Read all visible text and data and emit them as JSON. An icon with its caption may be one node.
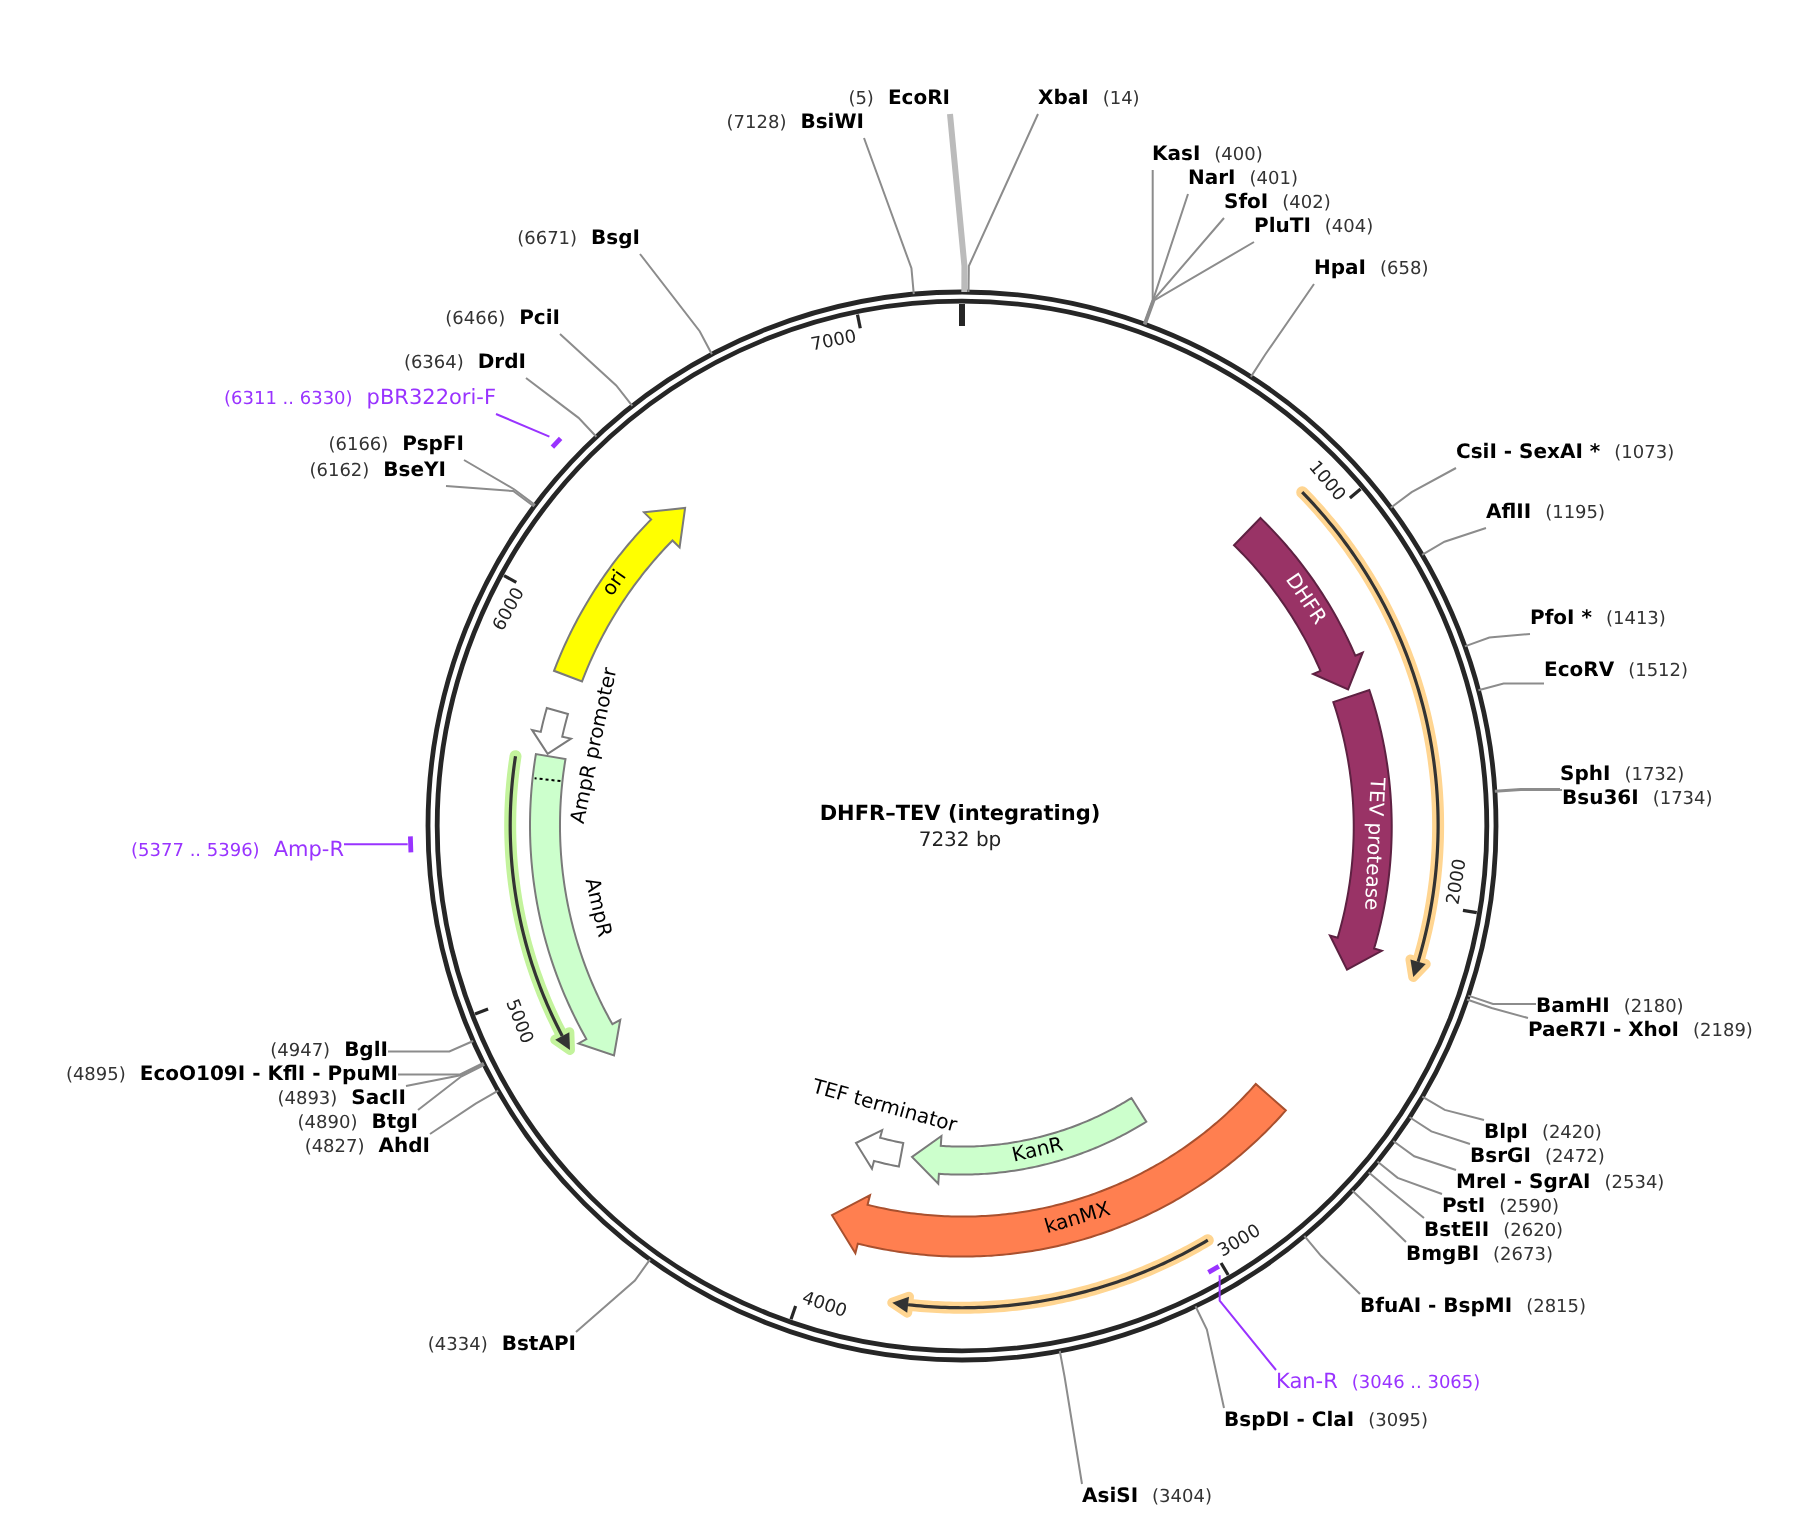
{
  "diagram": {
    "title": "DHFR–TEV (integrating)",
    "nodes": [
      {
        "text": [
          "(5)",
          "EcoRI"
        ]
      },
      {
        "text": [
          "XbaI",
          "(14)"
        ]
      },
      {
        "text": [
          "(7128)",
          "BsiWI"
        ]
      },
      {
        "text": [
          "KasI",
          "(400)"
        ]
      },
      {
        "text": [
          "NarI",
          "(401)"
        ]
      },
      {
        "text": [
          "SfoI",
          "(402)"
        ]
      },
      {
        "text": [
          "PluTI",
          "(404)"
        ]
      },
      {
        "text": [
          "(6671)",
          "BsgI"
        ]
      },
      {
        "text": [
          "HpaI",
          "(658)"
        ]
      },
      {
        "text": [
          "(6466)",
          "PciI"
        ]
      },
      {
        "text": [
          "(6364)",
          "DrdI"
        ]
      },
      {
        "text": [
          "(6311 .. 6330)",
          "pBR322ori-F"
        ]
      },
      {
        "text": [
          "(6166)",
          "PspFI"
        ]
      },
      {
        "text": [
          "CsiI - SexAI *",
          "(1073)"
        ]
      },
      {
        "text": [
          "(6162)",
          "BseYI"
        ]
      },
      {
        "text": [
          "AflII",
          "(1195)"
        ]
      },
      {
        "text": [
          "PfoI *",
          "(1413)"
        ]
      },
      {
        "text": [
          "EcoRV",
          "(1512)"
        ]
      },
      {
        "text": [
          "SphI",
          "(1732)"
        ]
      },
      {
        "text": [
          "Bsu36I",
          "(1734)"
        ]
      },
      {
        "text": [
          "(5377 .. 5396)",
          "Amp-R"
        ]
      },
      {
        "text": [
          "BamHI",
          "(2180)"
        ]
      },
      {
        "text": [
          "PaeR7I - XhoI",
          "(2189)"
        ]
      },
      {
        "text": [
          "(4947)",
          "BglI"
        ]
      },
      {
        "text": [
          "(4895)",
          "EcoO109I - KflI - PpuMI"
        ]
      },
      {
        "text": [
          "(4893)",
          "SacII"
        ]
      },
      {
        "text": [
          "(4890)",
          "BtgI"
        ]
      },
      {
        "text": [
          "BlpI",
          "(2420)"
        ]
      },
      {
        "text": [
          "(4827)",
          "AhdI"
        ]
      },
      {
        "text": [
          "BsrGI",
          "(2472)"
        ]
      },
      {
        "text": [
          "MreI - SgrAI",
          "(2534)"
        ]
      },
      {
        "text": [
          "PstI",
          "(2590)"
        ]
      },
      {
        "text": [
          "BstEII",
          "(2620)"
        ]
      },
      {
        "text": [
          "BmgBI",
          "(2673)"
        ]
      },
      {
        "text": [
          "BfuAI - BspMI",
          "(2815)"
        ]
      },
      {
        "text": [
          "(4334)",
          "BstAPI"
        ]
      },
      {
        "text": [
          "Kan-R",
          "(3046 .. 3065)"
        ]
      },
      {
        "text": [
          "BspDI - ClaI",
          "(3095)"
        ]
      },
      {
        "text": [
          "AsiSI",
          "(3404)"
        ]
      },
      {
        "text": [
          "ori"
        ]
      },
      {
        "text": [
          "AmpR promoter"
        ]
      },
      {
        "text": [
          "AmpR"
        ]
      },
      {
        "text": [
          "DHFR"
        ]
      },
      {
        "text": [
          "TEV protease"
        ]
      },
      {
        "text": [
          "TEF terminator"
        ]
      },
      {
        "text": [
          "KanR"
        ]
      },
      {
        "text": [
          "kanMX"
        ]
      },
      {
        "text": [],
        "shape": "bar"
      },
      {
        "text": [],
        "shape": "bar"
      },
      {
        "text": [],
        "shape": "bar"
      }
    ],
    "edges": [
      {
        "from": 0,
        "to": null,
        "arrow": "none",
        "style": "thick",
        "color": "#bbbbbb"
      },
      {
        "from": 1,
        "to": null,
        "arrow": "none"
      },
      {
        "from": 2,
        "to": null,
        "arrow": "none"
      },
      {
        "from": 3,
        "to": null,
        "arrow": "none"
      },
      {
        "from": 4,
        "to": null,
        "arrow": "none"
      },
      {
        "from": 5,
        "to": null,
        "arrow": "none"
      },
      {
        "from": 6,
        "to": null,
        "arrow": "none"
      },
      {
        "from": 7,
        "to": null,
        "arrow": "none"
      },
      {
        "from": 8,
        "to": null,
        "arrow": "none"
      },
      {
        "from": 9,
        "to": null,
        "arrow": "none"
      },
      {
        "from": 10,
        "to": null,
        "arrow": "none"
      },
      {
        "from": 11,
        "to": 47,
        "arrow": "none",
        "color": "#9933ff"
      },
      {
        "from": 12,
        "to": null,
        "arrow": "none"
      },
      {
        "from": 13,
        "to": null,
        "arrow": "none"
      },
      {
        "from": 14,
        "to": null,
        "arrow": "none"
      },
      {
        "from": 15,
        "to": null,
        "arrow": "none"
      },
      {
        "from": 16,
        "to": null,
        "arrow": "none"
      },
      {
        "from": 17,
        "to": null,
        "arrow": "none"
      },
      {
        "from": 18,
        "to": null,
        "arrow": "none"
      },
      {
        "from": 19,
        "to": null,
        "arrow": "none"
      },
      {
        "from": 20,
        "to": 48,
        "arrow": "none",
        "color": "#9933ff"
      },
      {
        "from": 21,
        "to": null,
        "arrow": "none"
      },
      {
        "from": 22,
        "to": null,
        "arrow": "none"
      },
      {
        "from": 23,
        "to": null,
        "arrow": "none"
      },
      {
        "from": 24,
        "to": null,
        "arrow": "none"
      },
      {
        "from": 25,
        "to": null,
        "arrow": "none"
      },
      {
        "from": 26,
        "to": null,
        "arrow": "none"
      },
      {
        "from": 27,
        "to": null,
        "arrow": "none"
      },
      {
        "from": 28,
        "to": null,
        "arrow": "none"
      },
      {
        "from": 29,
        "to": null,
        "arrow": "none"
      },
      {
        "from": 30,
        "to": null,
        "arrow": "none"
      },
      {
        "from": 31,
        "to": null,
        "arrow": "none"
      },
      {
        "from": 32,
        "to": null,
        "arrow": "none"
      },
      {
        "from": 33,
        "to": null,
        "arrow": "none"
      },
      {
        "from": 34,
        "to": null,
        "arrow": "none"
      },
      {
        "from": 35,
        "to": null,
        "arrow": "none"
      },
      {
        "from": 36,
        "to": 49,
        "arrow": "none",
        "color": "#9933ff"
      },
      {
        "from": 37,
        "to": null,
        "arrow": "none"
      },
      {
        "from": 38,
        "to": null,
        "arrow": "none"
      }
    ],
    "labels": [
      "7232 bp",
      "1000",
      "2000",
      "3000",
      "4000",
      "5000",
      "6000",
      "7000"
    ]
  }
}
